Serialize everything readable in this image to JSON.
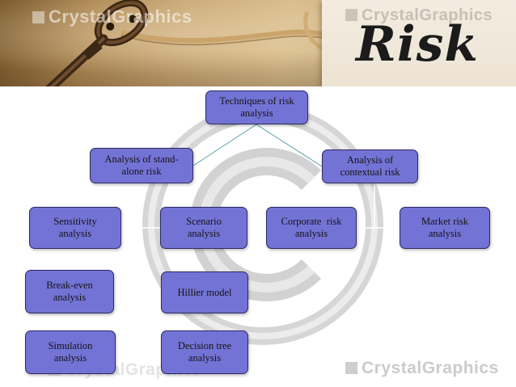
{
  "banner": {
    "title": "Risk",
    "watermark_text": "CrystalGraphics"
  },
  "diagram": {
    "root": [
      "Techniques of risk",
      "analysis"
    ],
    "standalone": [
      "Analysis of stand-",
      "alone risk"
    ],
    "contextual": [
      "Analysis of",
      "contextual risk"
    ],
    "sensitivity": [
      "Sensitivity",
      "analysis"
    ],
    "scenario": [
      "Scenario",
      "analysis"
    ],
    "corporate": [
      "Corporate  risk",
      "analysis"
    ],
    "market": [
      "Market risk",
      "analysis"
    ],
    "breakeven": [
      "Break-even",
      "analysis"
    ],
    "hillier": [
      "Hillier model"
    ],
    "simulation": [
      "Simulation",
      "analysis"
    ],
    "decision": [
      "Decision tree",
      "analysis"
    ]
  },
  "colors": {
    "box_fill": "#7373d6",
    "box_border": "#2a2a62",
    "connector": "#5aa0a8"
  },
  "icons": {
    "key": "key-icon",
    "copyright": "copyright-icon"
  }
}
